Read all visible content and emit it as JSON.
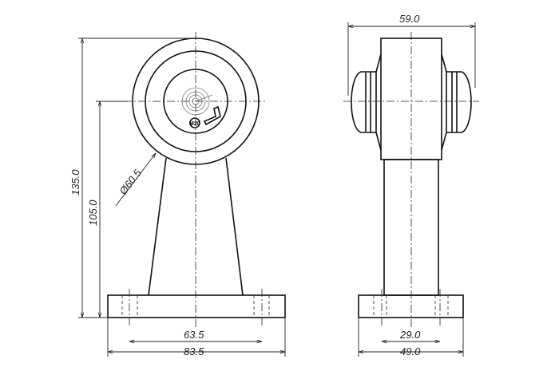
{
  "title": "Marker lamp holder technical drawing",
  "dimensions": {
    "total_height": "135.0",
    "center_height": "105.0",
    "head_diameter": "Ø60.5",
    "base_hole_spacing_front": "63.5",
    "base_width_front": "83.5",
    "lamp_width_side": "59.0",
    "base_hole_spacing_side": "29.0",
    "base_width_side": "49.0"
  },
  "mark_label": "M20",
  "colors": {
    "line": "#111111",
    "background": "#ffffff"
  }
}
